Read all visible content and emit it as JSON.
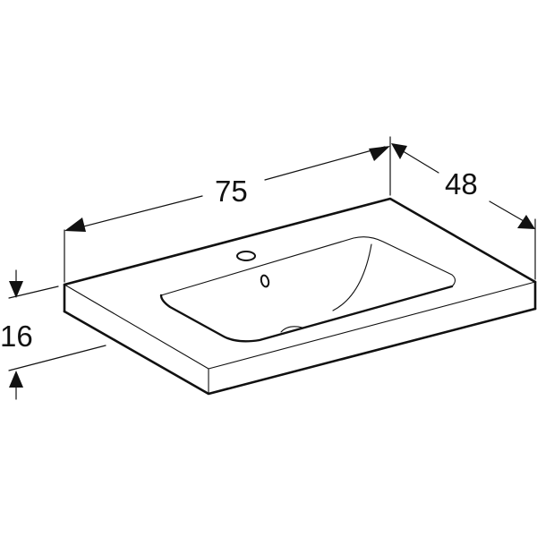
{
  "title": "Washbasin dimension drawing",
  "dimensions": {
    "width": {
      "value": "75",
      "label": "75"
    },
    "depth": {
      "value": "48",
      "label": "48"
    },
    "height": {
      "value": "16",
      "label": "16"
    }
  },
  "colors": {
    "line": "#111111",
    "background": "#ffffff"
  },
  "features": [
    "tap-hole",
    "overflow-hole",
    "drain",
    "basin-bowl"
  ]
}
